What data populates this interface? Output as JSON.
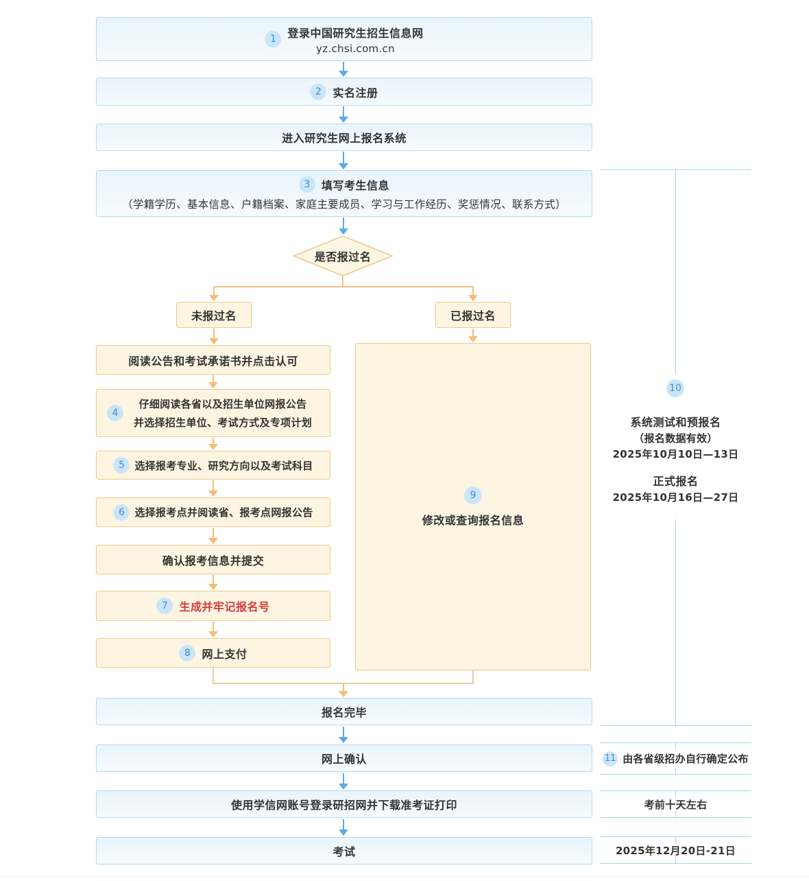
{
  "colors": {
    "box-blue-border": "#b5d9ee",
    "box-orange-bg": "#fdf5e1",
    "box-orange-border": "#ecc985",
    "arrow-blue": "#5ba9e8",
    "arrow-orange": "#f6bb75",
    "badge-bg": "#cbe5f8",
    "badge-text": "#3f8fd0",
    "text-dark": "#333333",
    "text-red": "#d93a3a",
    "line-blue": "#a9d3e6"
  },
  "flow": {
    "step1": {
      "num": "1",
      "title": "登录中国研究生招生信息网",
      "url": "yz.chsi.com.cn"
    },
    "step2": {
      "num": "2",
      "label": "实名注册"
    },
    "enter_system": {
      "label": "进入研究生网上报名系统"
    },
    "step3": {
      "num": "3",
      "title": "填写考生信息",
      "detail": "（学籍学历、基本信息、户籍档案、家庭主要成员、学习与工作经历、奖惩情况、联系方式）"
    },
    "decision": {
      "label": "是否报过名"
    },
    "branch_no": {
      "label": "未报过名"
    },
    "branch_yes": {
      "label": "已报过名"
    },
    "left_steps": {
      "read_notice": {
        "label": "阅读公告和考试承诺书并点击认可"
      },
      "step4": {
        "num": "4",
        "line1": "仔细阅读各省以及招生单位网报公告",
        "line2": "并选择招生单位、考试方式及专项计划"
      },
      "step5": {
        "num": "5",
        "label": "选择报考专业、研究方向以及考试科目"
      },
      "step6": {
        "num": "6",
        "label": "选择报考点并阅读省、报考点网报公告"
      },
      "confirm_submit": {
        "label": "确认报考信息并提交"
      },
      "step7": {
        "num": "7",
        "label": "生成并牢记报名号"
      },
      "step8": {
        "num": "8",
        "label": "网上支付"
      }
    },
    "step9": {
      "num": "9",
      "label": "修改或查询报名信息"
    },
    "finish": {
      "label": "报名完毕"
    },
    "online_confirm": {
      "label": "网上确认"
    },
    "print_ticket": {
      "label": "使用学信网账号登录研招网并下载准考证打印"
    },
    "exam": {
      "label": "考试"
    }
  },
  "timeline": {
    "block10": {
      "num": "10",
      "phase1_title": "系统测试和预报名",
      "phase1_note": "（报名数据有效）",
      "phase1_date": "2025年10月10日—13日",
      "phase2_title": "正式报名",
      "phase2_date": "2025年10月16日—27日"
    },
    "row11": {
      "num": "11",
      "label": "由各省级招办自行确定公布"
    },
    "row_ticket": {
      "label": "考前十天左右"
    },
    "row_exam": {
      "label": "2025年12月20日-21日"
    }
  }
}
